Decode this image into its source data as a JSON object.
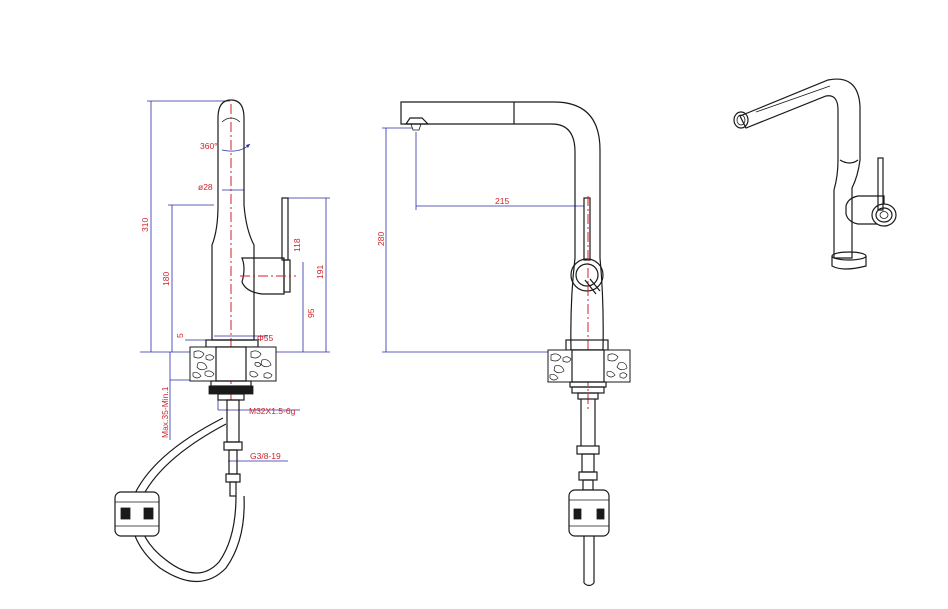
{
  "side_view": {
    "dimensions": {
      "rotation": "360°",
      "spout_diameter": "ø28",
      "total_height": "310",
      "spout_height": "180",
      "handle_height": "118",
      "handle_overall": "191",
      "lever_base": "95",
      "base_thickness": "5",
      "base_diameter": "Φ55",
      "counter_thickness": "Max.35-Min.1",
      "thread_main": "M32X1.5-6g",
      "thread_hose": "G3/8-19"
    }
  },
  "front_view": {
    "dimensions": {
      "reach": "215",
      "outlet_height": "280"
    }
  }
}
